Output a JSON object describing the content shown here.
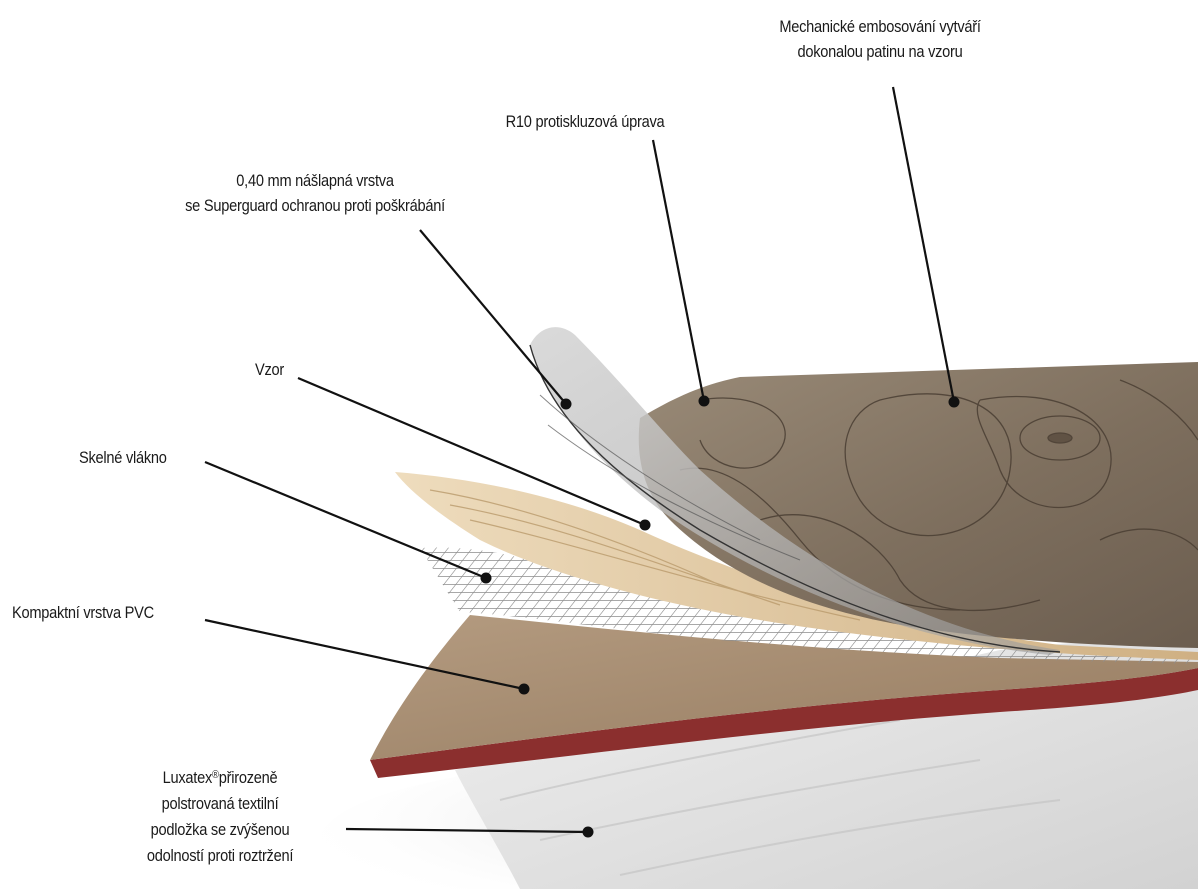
{
  "diagram": {
    "labels": {
      "embossing_line1": "Mechanické embosování vytváří",
      "embossing_line2": "dokonalou patinu na vzoru",
      "antislip": "R10 protiskluzová úprava",
      "wear_line1": "0,40 mm nášlapná vrstva",
      "wear_line2": "se Superguard ochranou proti poškrábání",
      "pattern": "Vzor",
      "fiberglass": "Skelné vlákno",
      "pvc": "Kompaktní vrstva PVC",
      "backing_brand": "Luxatex",
      "backing_reg": "®",
      "backing_line1_rest": "přirozeně",
      "backing_line2": "polstrovaná textilní",
      "backing_line3": "podložka se zvýšenou",
      "backing_line4": "odolností proti roztržení"
    },
    "colors": {
      "leader": "#111111",
      "wood_top": "#8a7c6b",
      "wood_ring": "#4a3e33",
      "veneer": "#d9bf93",
      "pvc_core": "#a48b70",
      "pvc_edge": "#8b2f2e",
      "felt": "#dedede"
    }
  }
}
